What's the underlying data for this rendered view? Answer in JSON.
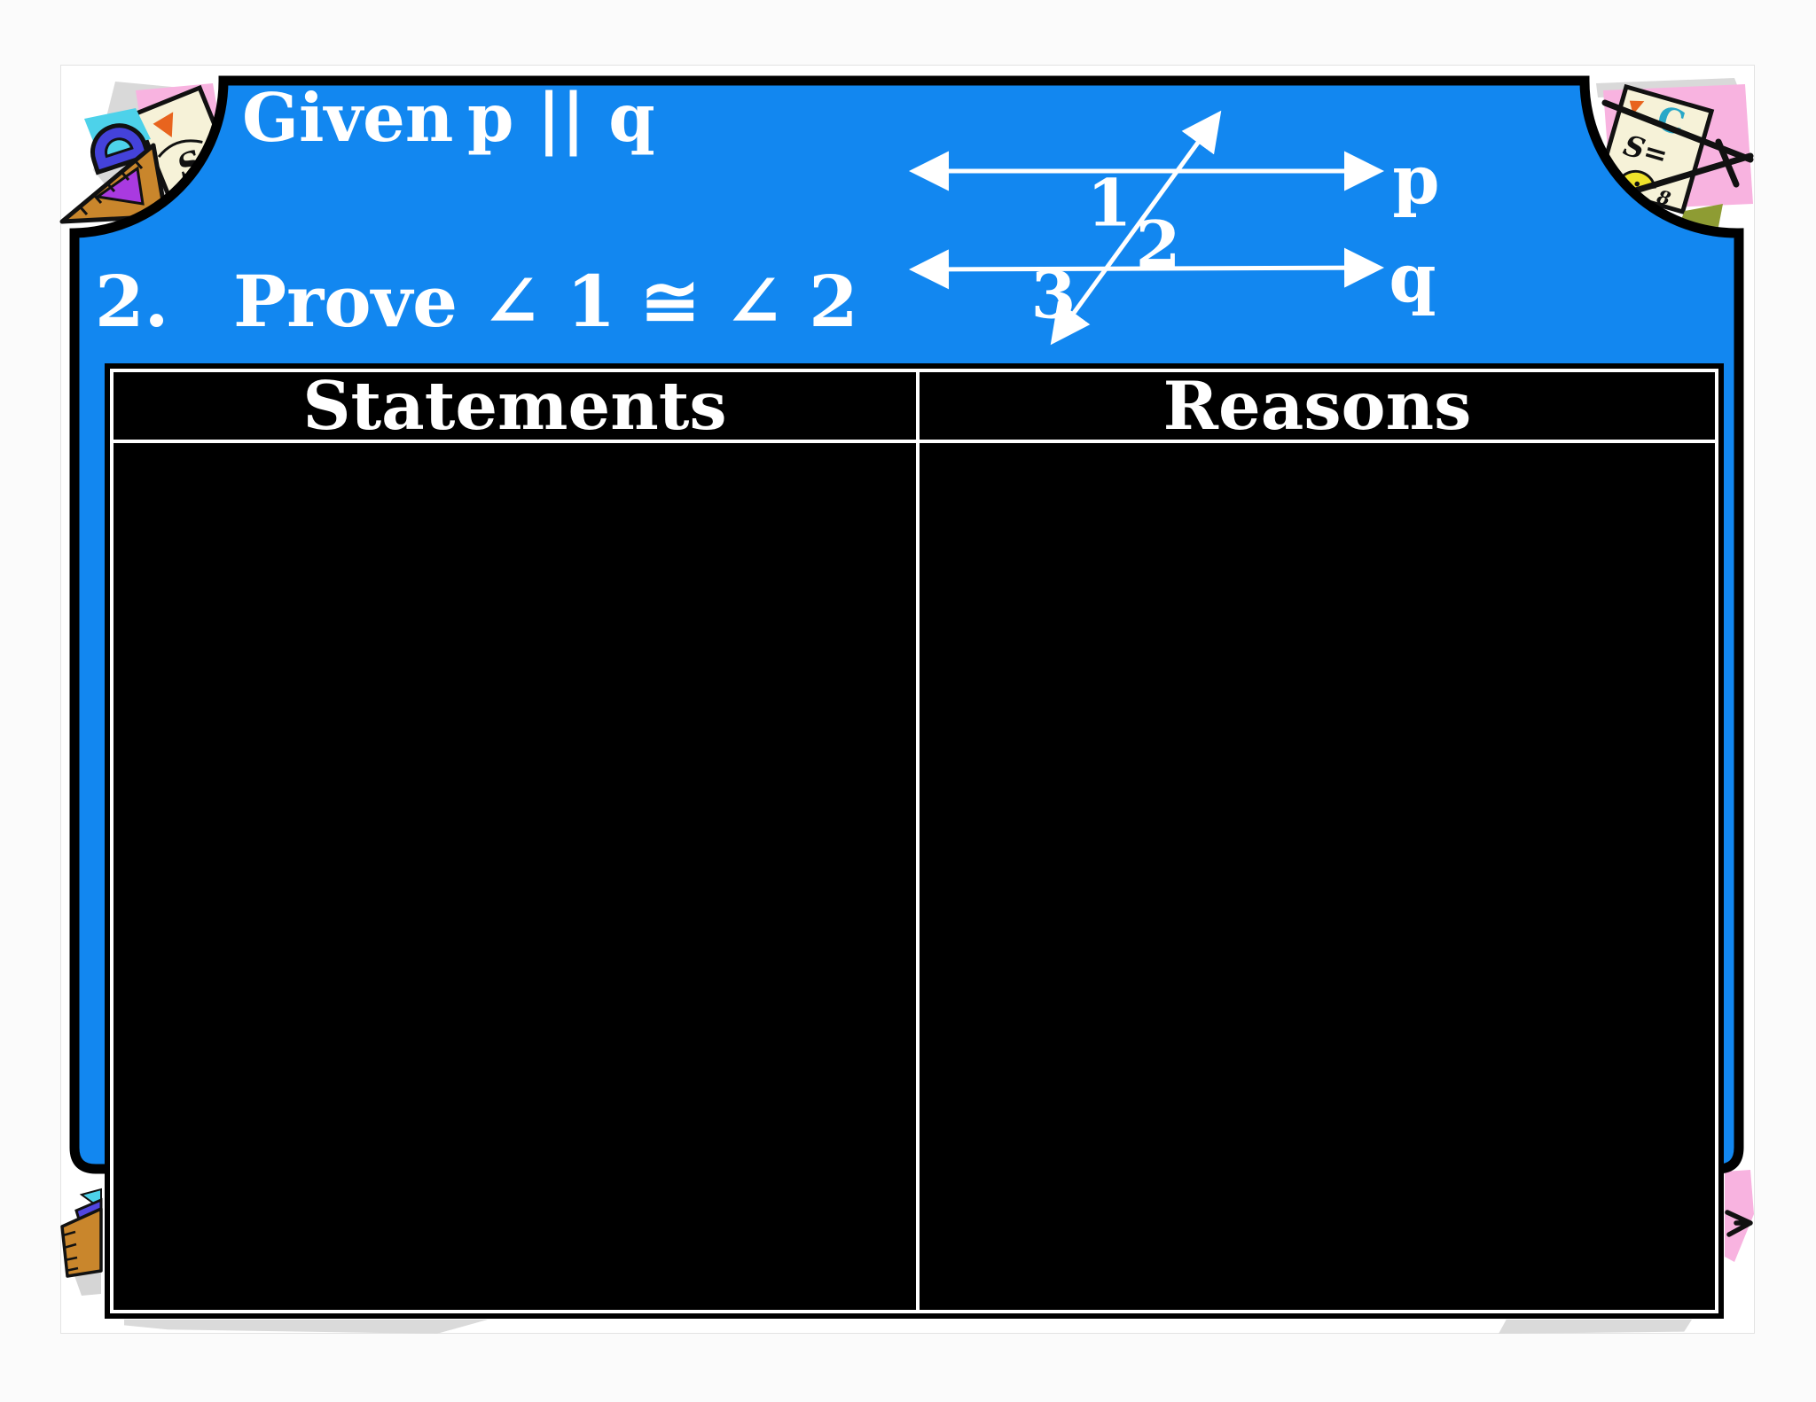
{
  "slide": {
    "problem_number": "2.",
    "given_label": "Given",
    "given_value": "p || q",
    "prove_text": "Prove ∠ 1 ≅ ∠ 2"
  },
  "diagram": {
    "line_labels": {
      "p": "p",
      "q": "q"
    },
    "angle_labels": {
      "a1": "1",
      "a2": "2",
      "a3": "3"
    }
  },
  "table": {
    "headers": [
      "Statements",
      "Reasons"
    ],
    "rows": []
  },
  "colors": {
    "panel_blue": "#1287f0",
    "border_black": "#000000",
    "table_black": "#000000",
    "text_white": "#ffffff"
  },
  "decorations": {
    "top_left": "geometry-tools-clipart",
    "top_right": "math-doodle-papers-clipart",
    "bottom_left": "geometry-tools-clipart",
    "bottom_right": "pink-paper-arrow-clipart"
  }
}
